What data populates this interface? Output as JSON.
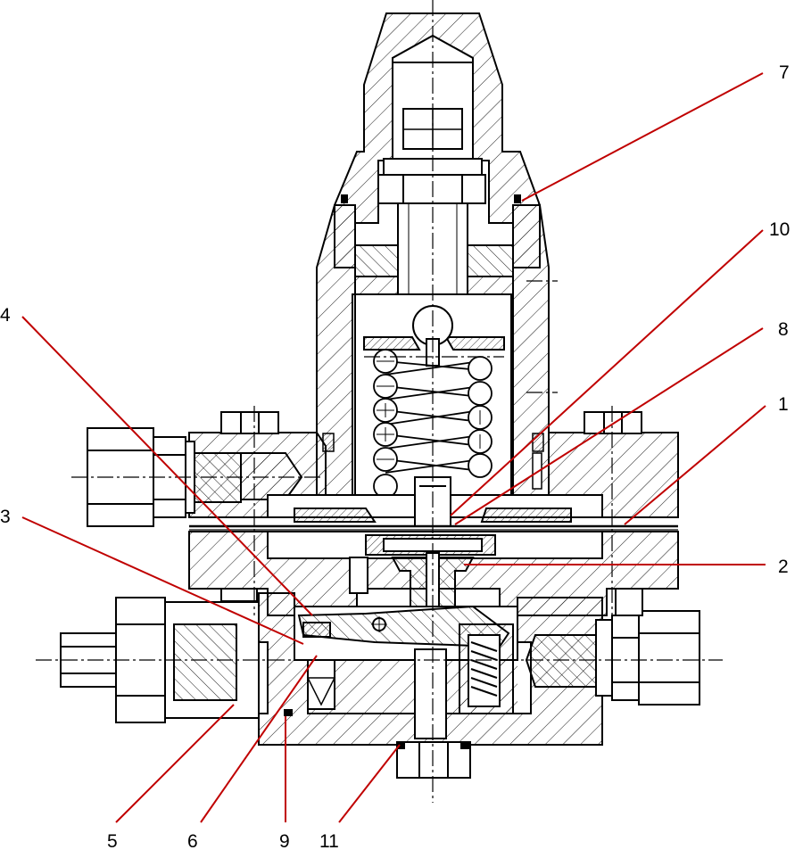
{
  "callouts": [
    {
      "id": "1",
      "label": "1"
    },
    {
      "id": "2",
      "label": "2"
    },
    {
      "id": "3",
      "label": "3"
    },
    {
      "id": "4",
      "label": "4"
    },
    {
      "id": "5",
      "label": "5"
    },
    {
      "id": "6",
      "label": "6"
    },
    {
      "id": "7",
      "label": "7"
    },
    {
      "id": "8",
      "label": "8"
    },
    {
      "id": "9",
      "label": "9"
    },
    {
      "id": "10",
      "label": "10"
    },
    {
      "id": "11",
      "label": "11"
    }
  ],
  "colors": {
    "outline": "#000000",
    "hatch": "#000000",
    "leader": "#c00000",
    "background": "#ffffff"
  }
}
